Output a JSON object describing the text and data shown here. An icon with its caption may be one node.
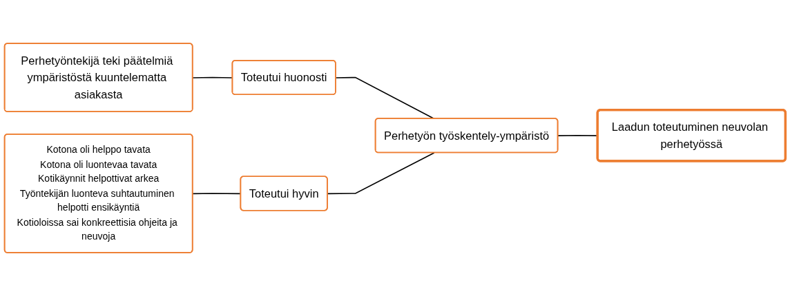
{
  "diagram": {
    "nodes": [
      {
        "text": [
          "Perhetyöntekijä teki päätelmiä ympäristöstä kuuntelematta asiakasta"
        ]
      },
      {
        "text": [
          "Toteutui huonosti"
        ]
      },
      {
        "text": [
          "Kotona oli helppo tavata",
          "Kotona oli luontevaa tavata",
          "Kotikäynnit helpottivat arkea",
          "Työntekijän luonteva suhtautuminen helpotti ensikäyntiä",
          "Kotioloissa sai konkreettisia ohjeita ja neuvoja"
        ]
      },
      {
        "text": [
          "Toteutui hyvin"
        ]
      },
      {
        "text": [
          "Perhetyön työskentely-ympäristö"
        ]
      },
      {
        "text": [
          "Laadun toteutuminen neuvolan perhetyössä"
        ]
      }
    ],
    "edges": [
      {
        "from": 0,
        "to": 1,
        "arrow": "none"
      },
      {
        "from": 2,
        "to": 3,
        "arrow": "none"
      },
      {
        "from": 1,
        "to": 4,
        "arrow": "none"
      },
      {
        "from": 3,
        "to": 4,
        "arrow": "none"
      },
      {
        "from": 4,
        "to": 5,
        "arrow": "none"
      }
    ]
  }
}
